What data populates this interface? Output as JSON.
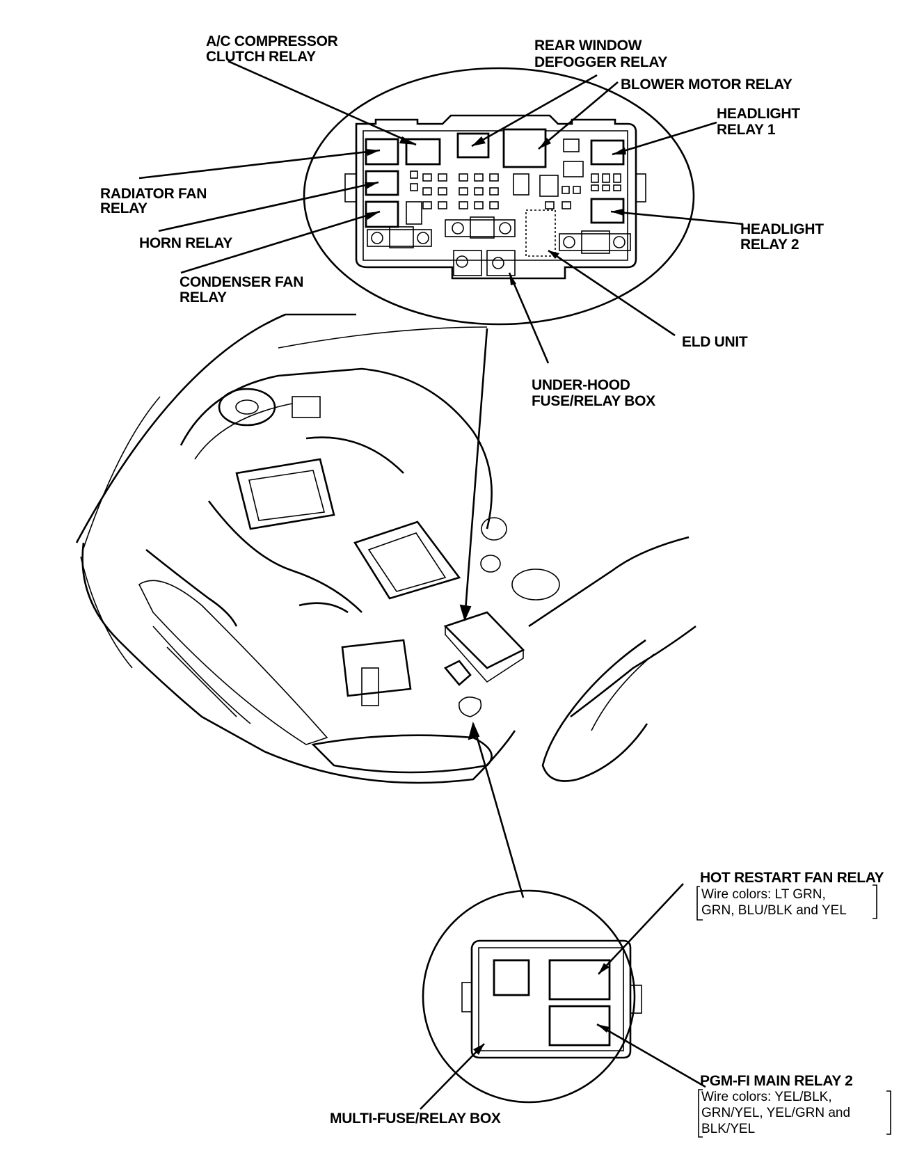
{
  "labels": {
    "ac_compressor": [
      "A/C COMPRESSOR",
      "CLUTCH RELAY"
    ],
    "rear_window": [
      "REAR WINDOW",
      "DEFOGGER RELAY"
    ],
    "blower_motor": [
      "BLOWER MOTOR RELAY"
    ],
    "headlight_1": [
      "HEADLIGHT",
      "RELAY 1"
    ],
    "radiator_fan": [
      "RADIATOR FAN",
      "RELAY"
    ],
    "horn": [
      "HORN RELAY"
    ],
    "condenser_fan": [
      "CONDENSER FAN",
      "RELAY"
    ],
    "headlight_2": [
      "HEADLIGHT",
      "RELAY 2"
    ],
    "eld_unit": [
      "ELD UNIT"
    ],
    "under_hood_box": [
      "UNDER-HOOD",
      "FUSE/RELAY BOX"
    ],
    "hot_restart": [
      "HOT RESTART FAN RELAY"
    ],
    "hot_restart_wires": [
      "Wire colors: LT GRN,",
      "GRN, BLU/BLK and YEL"
    ],
    "pgm_fi": [
      "PGM-FI MAIN RELAY 2"
    ],
    "pgm_fi_wires": [
      "Wire colors: YEL/BLK,",
      "GRN/YEL, YEL/GRN and",
      "BLK/YEL"
    ],
    "multi_fuse_box": [
      "MULTI-FUSE/RELAY BOX"
    ]
  }
}
